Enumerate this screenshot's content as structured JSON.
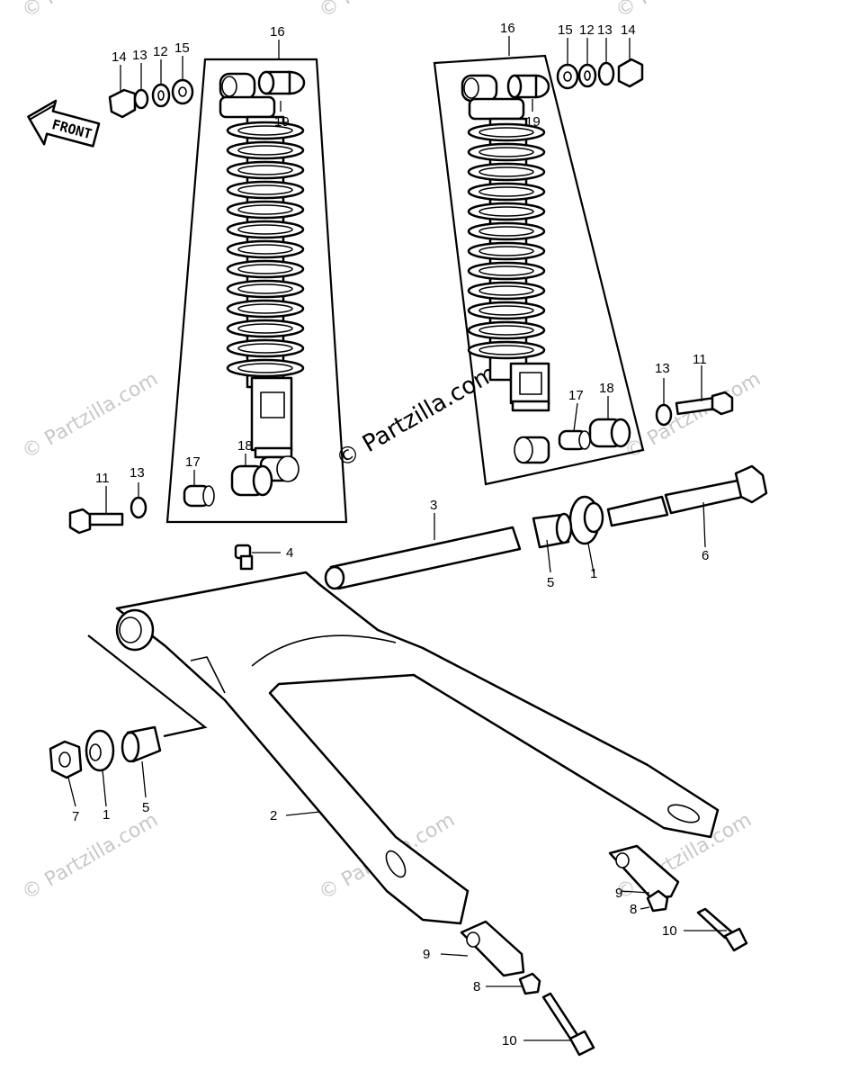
{
  "front_arrow": {
    "label": "FRONT"
  },
  "watermark": "© Partzilla.com",
  "callouts": {
    "c1a": "1",
    "c1b": "1",
    "c2": "2",
    "c3": "3",
    "c4": "4",
    "c5a": "5",
    "c5b": "5",
    "c6": "6",
    "c7": "7",
    "c8a": "8",
    "c8b": "8",
    "c9a": "9",
    "c9b": "9",
    "c10a": "10",
    "c10b": "10",
    "c11a": "11",
    "c11b": "11",
    "c12a": "12",
    "c12b": "12",
    "c13a": "13",
    "c13b": "13",
    "c13c": "13",
    "c13d": "13",
    "c14a": "14",
    "c14b": "14",
    "c15a": "15",
    "c15b": "15",
    "c16a": "16",
    "c16b": "16",
    "c17a": "17",
    "c17b": "17",
    "c18a": "18",
    "c18b": "18",
    "c19a": "19",
    "c19b": "19"
  }
}
